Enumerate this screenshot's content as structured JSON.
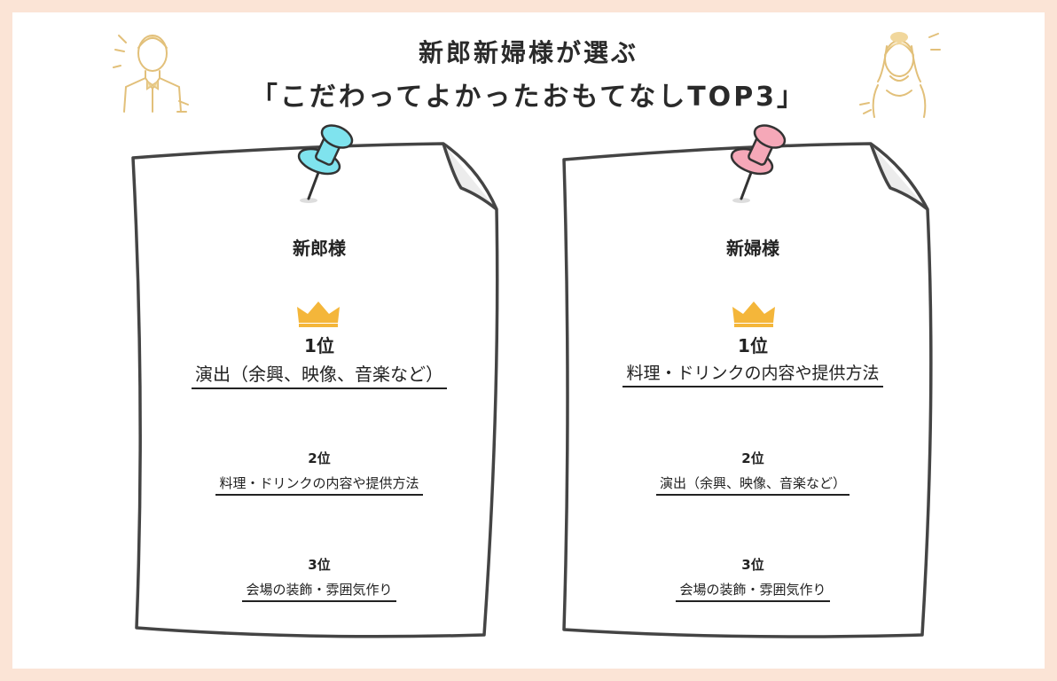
{
  "title": {
    "line1": "新郎新婦様が選ぶ",
    "line2": "「こだわってよかったおもてなしTOP3」"
  },
  "columns": [
    {
      "heading": "新郎様",
      "pin_color": "#7fe3ee",
      "ranks": [
        {
          "rank": "1位",
          "item": "演出（余興、映像、音楽など）",
          "has_crown": true
        },
        {
          "rank": "2位",
          "item": "料理・ドリンクの内容や提供方法"
        },
        {
          "rank": "3位",
          "item": "会場の装飾・雰囲気作り"
        }
      ]
    },
    {
      "heading": "新婦様",
      "pin_color": "#f5a8b8",
      "ranks": [
        {
          "rank": "1位",
          "item": "料理・ドリンクの内容や提供方法",
          "has_crown": true
        },
        {
          "rank": "2位",
          "item": "演出（余興、映像、音楽など）"
        },
        {
          "rank": "3位",
          "item": "会場の装飾・雰囲気作り"
        }
      ]
    }
  ],
  "colors": {
    "background": "#fbe4d6",
    "crown": "#f4b63a",
    "line_art": "#e2c07a"
  },
  "icons": [
    "groom-icon",
    "bride-icon",
    "pushpin-icon",
    "crown-icon"
  ]
}
